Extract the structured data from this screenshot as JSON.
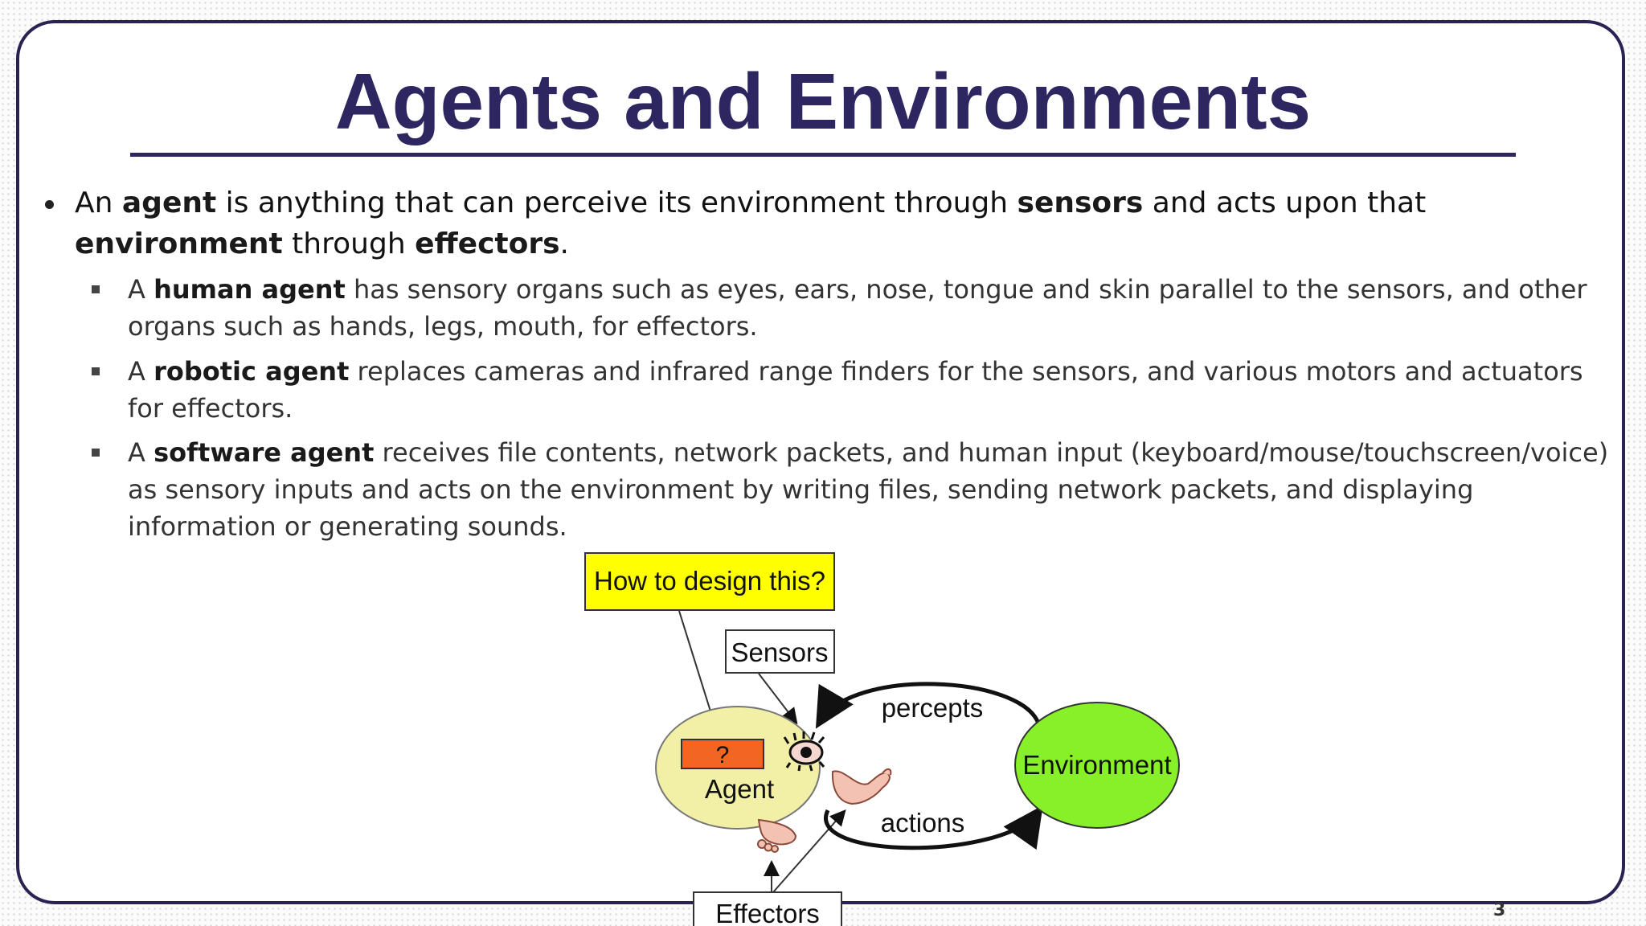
{
  "slide": {
    "title": "Agents and Environments",
    "page_number": "3",
    "bullet_main": {
      "t1": "An ",
      "b1": "agent",
      "t2": " is anything that can perceive its environment through ",
      "b2": "sensors",
      "t3": " and acts upon that ",
      "b3": "environment",
      "t4": " through ",
      "b4": "effectors",
      "t5": "."
    },
    "sub_bullets": [
      {
        "prefix": "A ",
        "bold": "human agent",
        "rest": " has sensory organs such as eyes, ears, nose, tongue and skin parallel to the sensors, and other organs such as hands, legs, mouth, for effectors."
      },
      {
        "prefix": "A ",
        "bold": "robotic agent",
        "rest": " replaces cameras and infrared range finders for the sensors, and various motors and actuators for effectors."
      },
      {
        "prefix": "A ",
        "bold": "software agent",
        "rest": " receives file contents, network packets, and human input (keyboard/mouse/touchscreen/voice) as sensory inputs and acts on the environment by writing files, sending network packets, and displaying information or generating sounds."
      }
    ]
  },
  "diagram": {
    "callout": "How to design this?",
    "sensors": "Sensors",
    "percepts": "percepts",
    "unknown": "?",
    "agent": "Agent",
    "environment": "Environment",
    "actions": "actions",
    "effectors": "Effectors",
    "colors": {
      "callout_fill": "#ffff00",
      "agent_fill": "#f1f0a6",
      "unknown_fill": "#f26522",
      "environment_fill": "#88f028",
      "frame": "#2a2352",
      "title": "#2e2660"
    }
  }
}
